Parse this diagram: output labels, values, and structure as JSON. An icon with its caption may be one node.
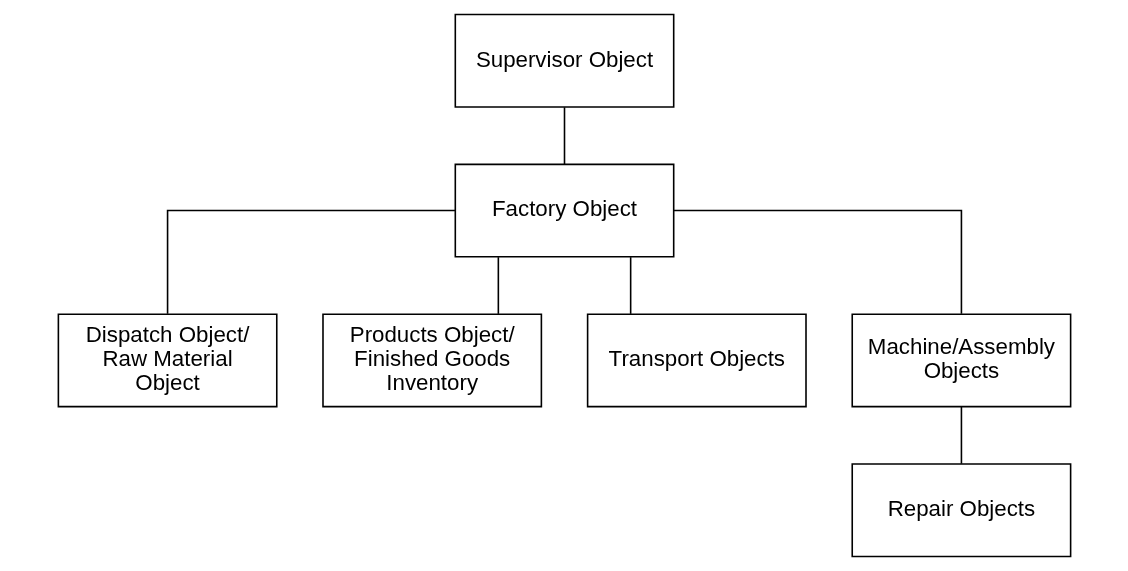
{
  "diagram": {
    "nodes": [
      {
        "text": [
          "Supervisor Object"
        ]
      },
      {
        "text": [
          "Factory Object"
        ]
      },
      {
        "text": [
          "Dispatch Object/ Raw Material Object"
        ]
      },
      {
        "text": [
          "Products Object/ Finished Goods Inventory"
        ]
      },
      {
        "text": [
          "Transport Objects"
        ]
      },
      {
        "text": [
          "Machine/Assembly Objects"
        ]
      },
      {
        "text": [
          "Repair Objects"
        ]
      }
    ],
    "edges": [
      {
        "from": 0,
        "to": 1,
        "arrow": "none"
      },
      {
        "from": 1,
        "to": 2,
        "arrow": "none"
      },
      {
        "from": 1,
        "to": 3,
        "arrow": "none"
      },
      {
        "from": 1,
        "to": 4,
        "arrow": "none"
      },
      {
        "from": 1,
        "to": 5,
        "arrow": "none"
      },
      {
        "from": 5,
        "to": 6,
        "arrow": "none"
      }
    ]
  }
}
